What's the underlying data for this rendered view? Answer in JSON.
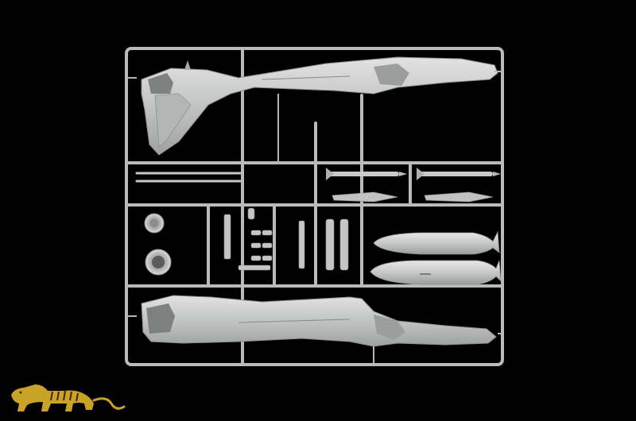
{
  "scene": {
    "subject": "plastic-model-kit-sprue",
    "background_color": "#000000",
    "plastic_color": "#bfc1c0",
    "plastic_shadow": "#8e9090",
    "plastic_highlight": "#e2e3e2",
    "logo_color": "#c9a227"
  },
  "parts": {
    "fuselage_halves": 2,
    "drop_tanks": 2,
    "missiles": 2
  }
}
